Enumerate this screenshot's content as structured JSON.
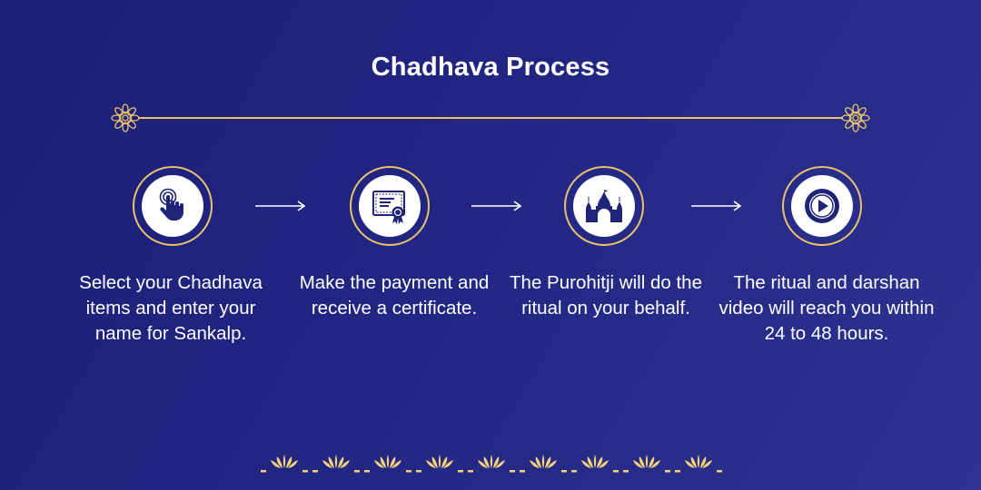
{
  "title": "Chadhava Process",
  "colors": {
    "background": "#222683",
    "gold": "#e8c36a",
    "icon_fill": "#1f2478",
    "text": "#ffffff"
  },
  "steps": [
    {
      "icon": "tap-hand-icon",
      "text": "Select your Chadhava items and enter your name for Sankalp."
    },
    {
      "icon": "certificate-icon",
      "text": "Make the payment and receive a certificate."
    },
    {
      "icon": "temple-icon",
      "text": "The Purohitji will do the ritual on your behalf."
    },
    {
      "icon": "play-icon",
      "text": "The ritual and darshan video will reach you within 24 to 48 hours."
    }
  ],
  "connectors": [
    "arrow-right-icon",
    "arrow-right-icon",
    "arrow-right-icon"
  ],
  "decorations": [
    "mandala-icon",
    "lotus-border"
  ]
}
